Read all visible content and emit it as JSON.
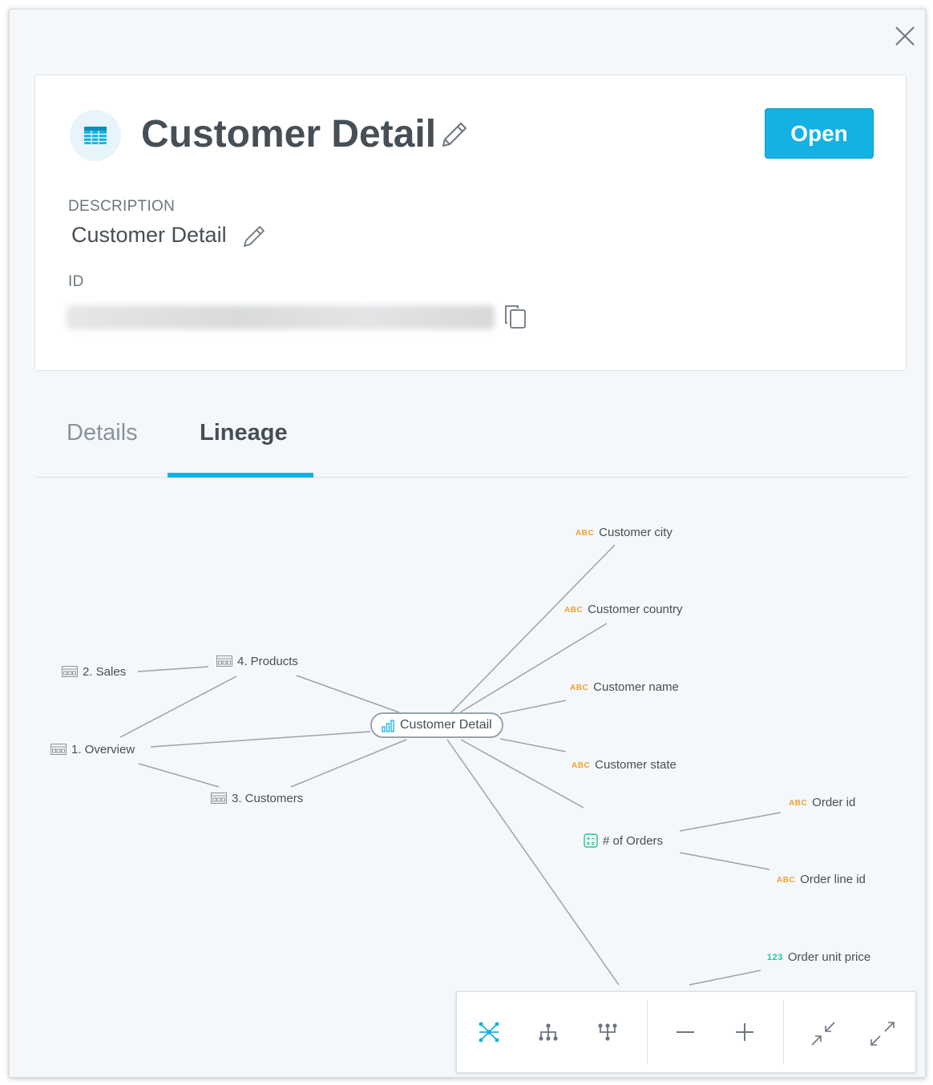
{
  "insight": {
    "title": "Customer Detail",
    "open_label": "Open",
    "description_label": "DESCRIPTION",
    "description_value": "Customer Detail",
    "id_label": "ID",
    "id_value": ""
  },
  "tabs": [
    {
      "label": "Details"
    },
    {
      "label": "Lineage"
    }
  ],
  "lineage": {
    "center": "Customer Detail",
    "dashboards": [
      "2. Sales",
      "4. Products",
      "1. Overview",
      "3. Customers"
    ],
    "attributes": [
      "Customer city",
      "Customer country",
      "Customer name",
      "Customer state"
    ],
    "metric": "# of Orders",
    "metric_inputs": [
      "Order id",
      "Order line id"
    ],
    "fact": "Order unit price",
    "attr_badge": "ABC",
    "fact_badge": "123"
  },
  "colors": {
    "accent": "#14b2e2",
    "edge": "#9aa3ab",
    "attribute_badge": "#f0a130",
    "fact_badge": "#1fc6a0"
  },
  "icons": [
    "close-icon",
    "table-insight-icon",
    "pencil-icon",
    "copy-icon",
    "dashboard-icon",
    "bar-chart-icon",
    "metric-icon",
    "network-layout-icon",
    "hierarchy-icon",
    "fork-icon",
    "zoom-out-icon",
    "zoom-in-icon",
    "collapse-icon",
    "expand-icon"
  ]
}
